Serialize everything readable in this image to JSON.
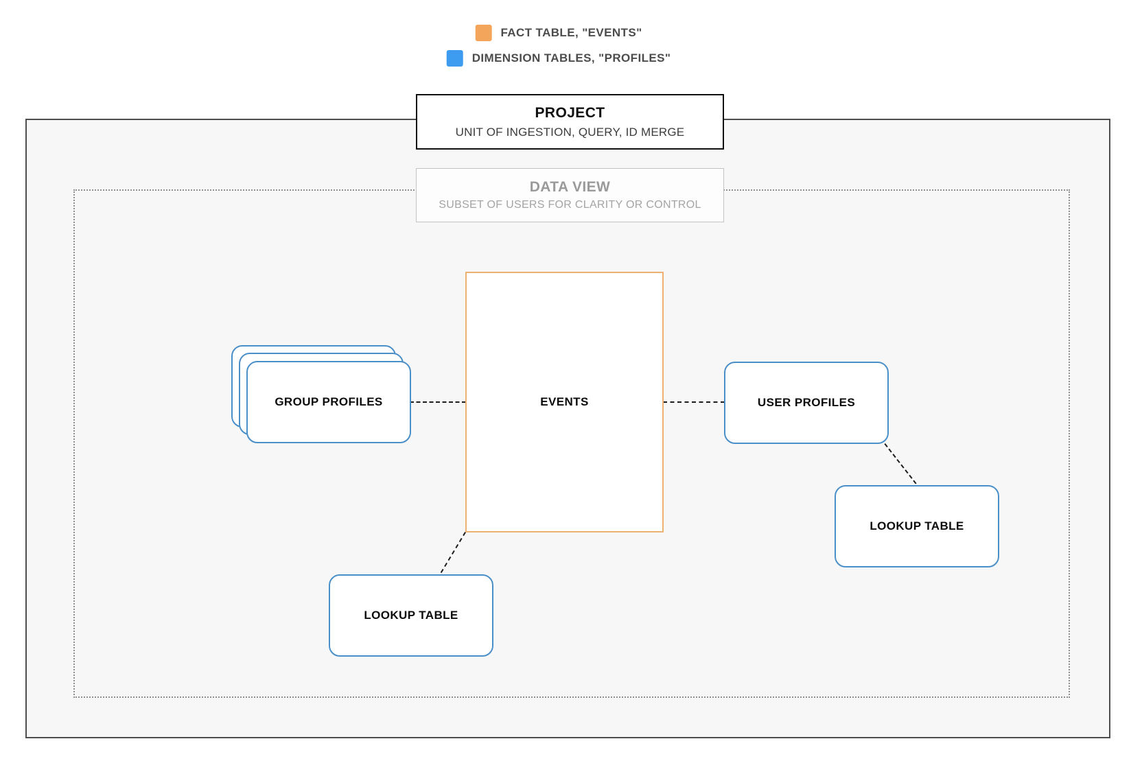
{
  "legend": {
    "items": [
      {
        "name": "fact-table",
        "label": "FACT TABLE, \"EVENTS\"",
        "swatch_color": "#F3A65B"
      },
      {
        "name": "dimension-tables",
        "label": "DIMENSION TABLES, \"PROFILES\"",
        "swatch_color": "#3D9BF0"
      }
    ]
  },
  "project_box": {
    "title": "PROJECT",
    "subtitle": "UNIT OF INGESTION, QUERY, ID MERGE"
  },
  "data_view_box": {
    "title": "DATA VIEW",
    "subtitle": "SUBSET OF USERS FOR CLARITY OR CONTROL"
  },
  "nodes": {
    "events": {
      "label": "EVENTS",
      "border_color": "#EDB271"
    },
    "group_profiles": {
      "label": "GROUP PROFILES",
      "border_color": "#4A8FC7",
      "stacked": true
    },
    "user_profiles": {
      "label": "USER PROFILES",
      "border_color": "#4A8FC7"
    },
    "lookup_table_bottom": {
      "label": "LOOKUP TABLE",
      "border_color": "#4A8FC7"
    },
    "lookup_table_right": {
      "label": "LOOKUP TABLE",
      "border_color": "#4A8FC7"
    }
  },
  "edges": [
    {
      "from": "group_profiles",
      "to": "events",
      "style": "dashed"
    },
    {
      "from": "events",
      "to": "user_profiles",
      "style": "dashed"
    },
    {
      "from": "user_profiles",
      "to": "lookup_table_right",
      "style": "dashed"
    },
    {
      "from": "events",
      "to": "lookup_table_bottom",
      "style": "dashed"
    }
  ],
  "colors": {
    "fact_accent": "#F3A65B",
    "dimension_accent": "#3D9BF0",
    "node_border_blue": "#4A8FC7",
    "boundary_border": "#4E4E4E",
    "boundary_fill": "#F7F7F8",
    "connector": "#1B1B1B"
  }
}
